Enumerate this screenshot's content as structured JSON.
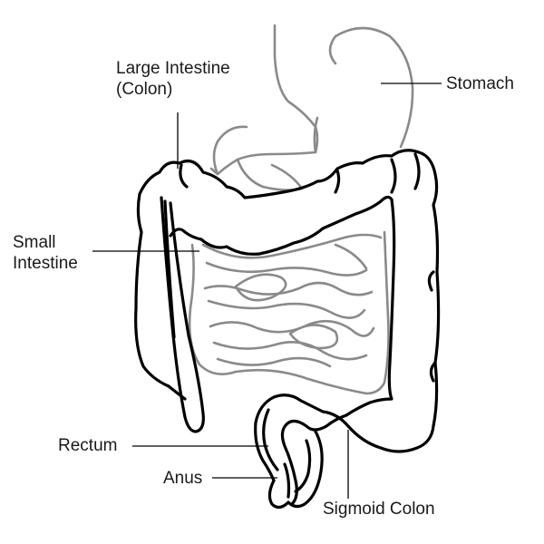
{
  "labels": {
    "large_intestine_line1": "Large Intestine",
    "large_intestine_line2": "(Colon)",
    "stomach": "Stomach",
    "small_intestine_line1": "Small",
    "small_intestine_line2": "Intestine",
    "rectum": "Rectum",
    "anus": "Anus",
    "sigmoid_colon": "Sigmoid Colon"
  },
  "colors": {
    "outline": "#000000",
    "secondary_outline": "#8a8a8a",
    "background": "#ffffff",
    "text": "#1a1a1a"
  }
}
